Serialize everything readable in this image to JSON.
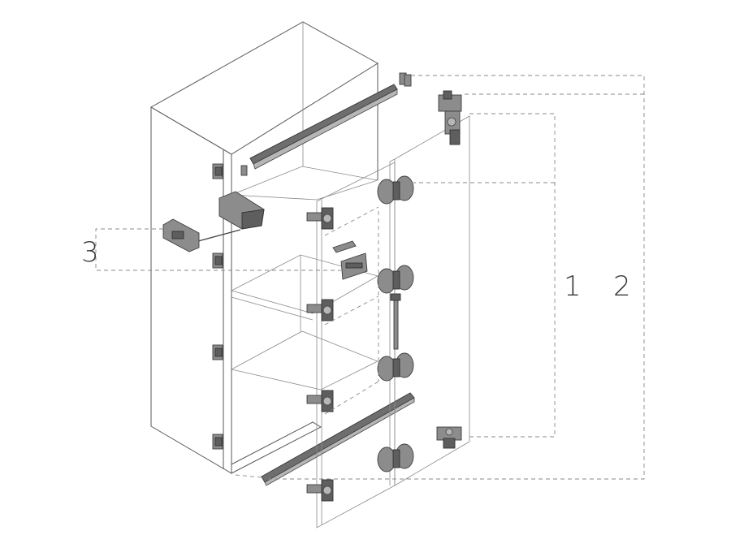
{
  "callouts": [
    {
      "id": "1",
      "label": "1"
    },
    {
      "id": "2",
      "label": "2"
    },
    {
      "id": "3",
      "label": "3"
    }
  ],
  "colors": {
    "background": "#ffffff",
    "line": "#5a5a5a",
    "dashed_leader": "#8a8a8a",
    "hardware": "#8c8c8c",
    "hardware_dark": "#5e5e5e",
    "label": "#3a3a3a"
  }
}
